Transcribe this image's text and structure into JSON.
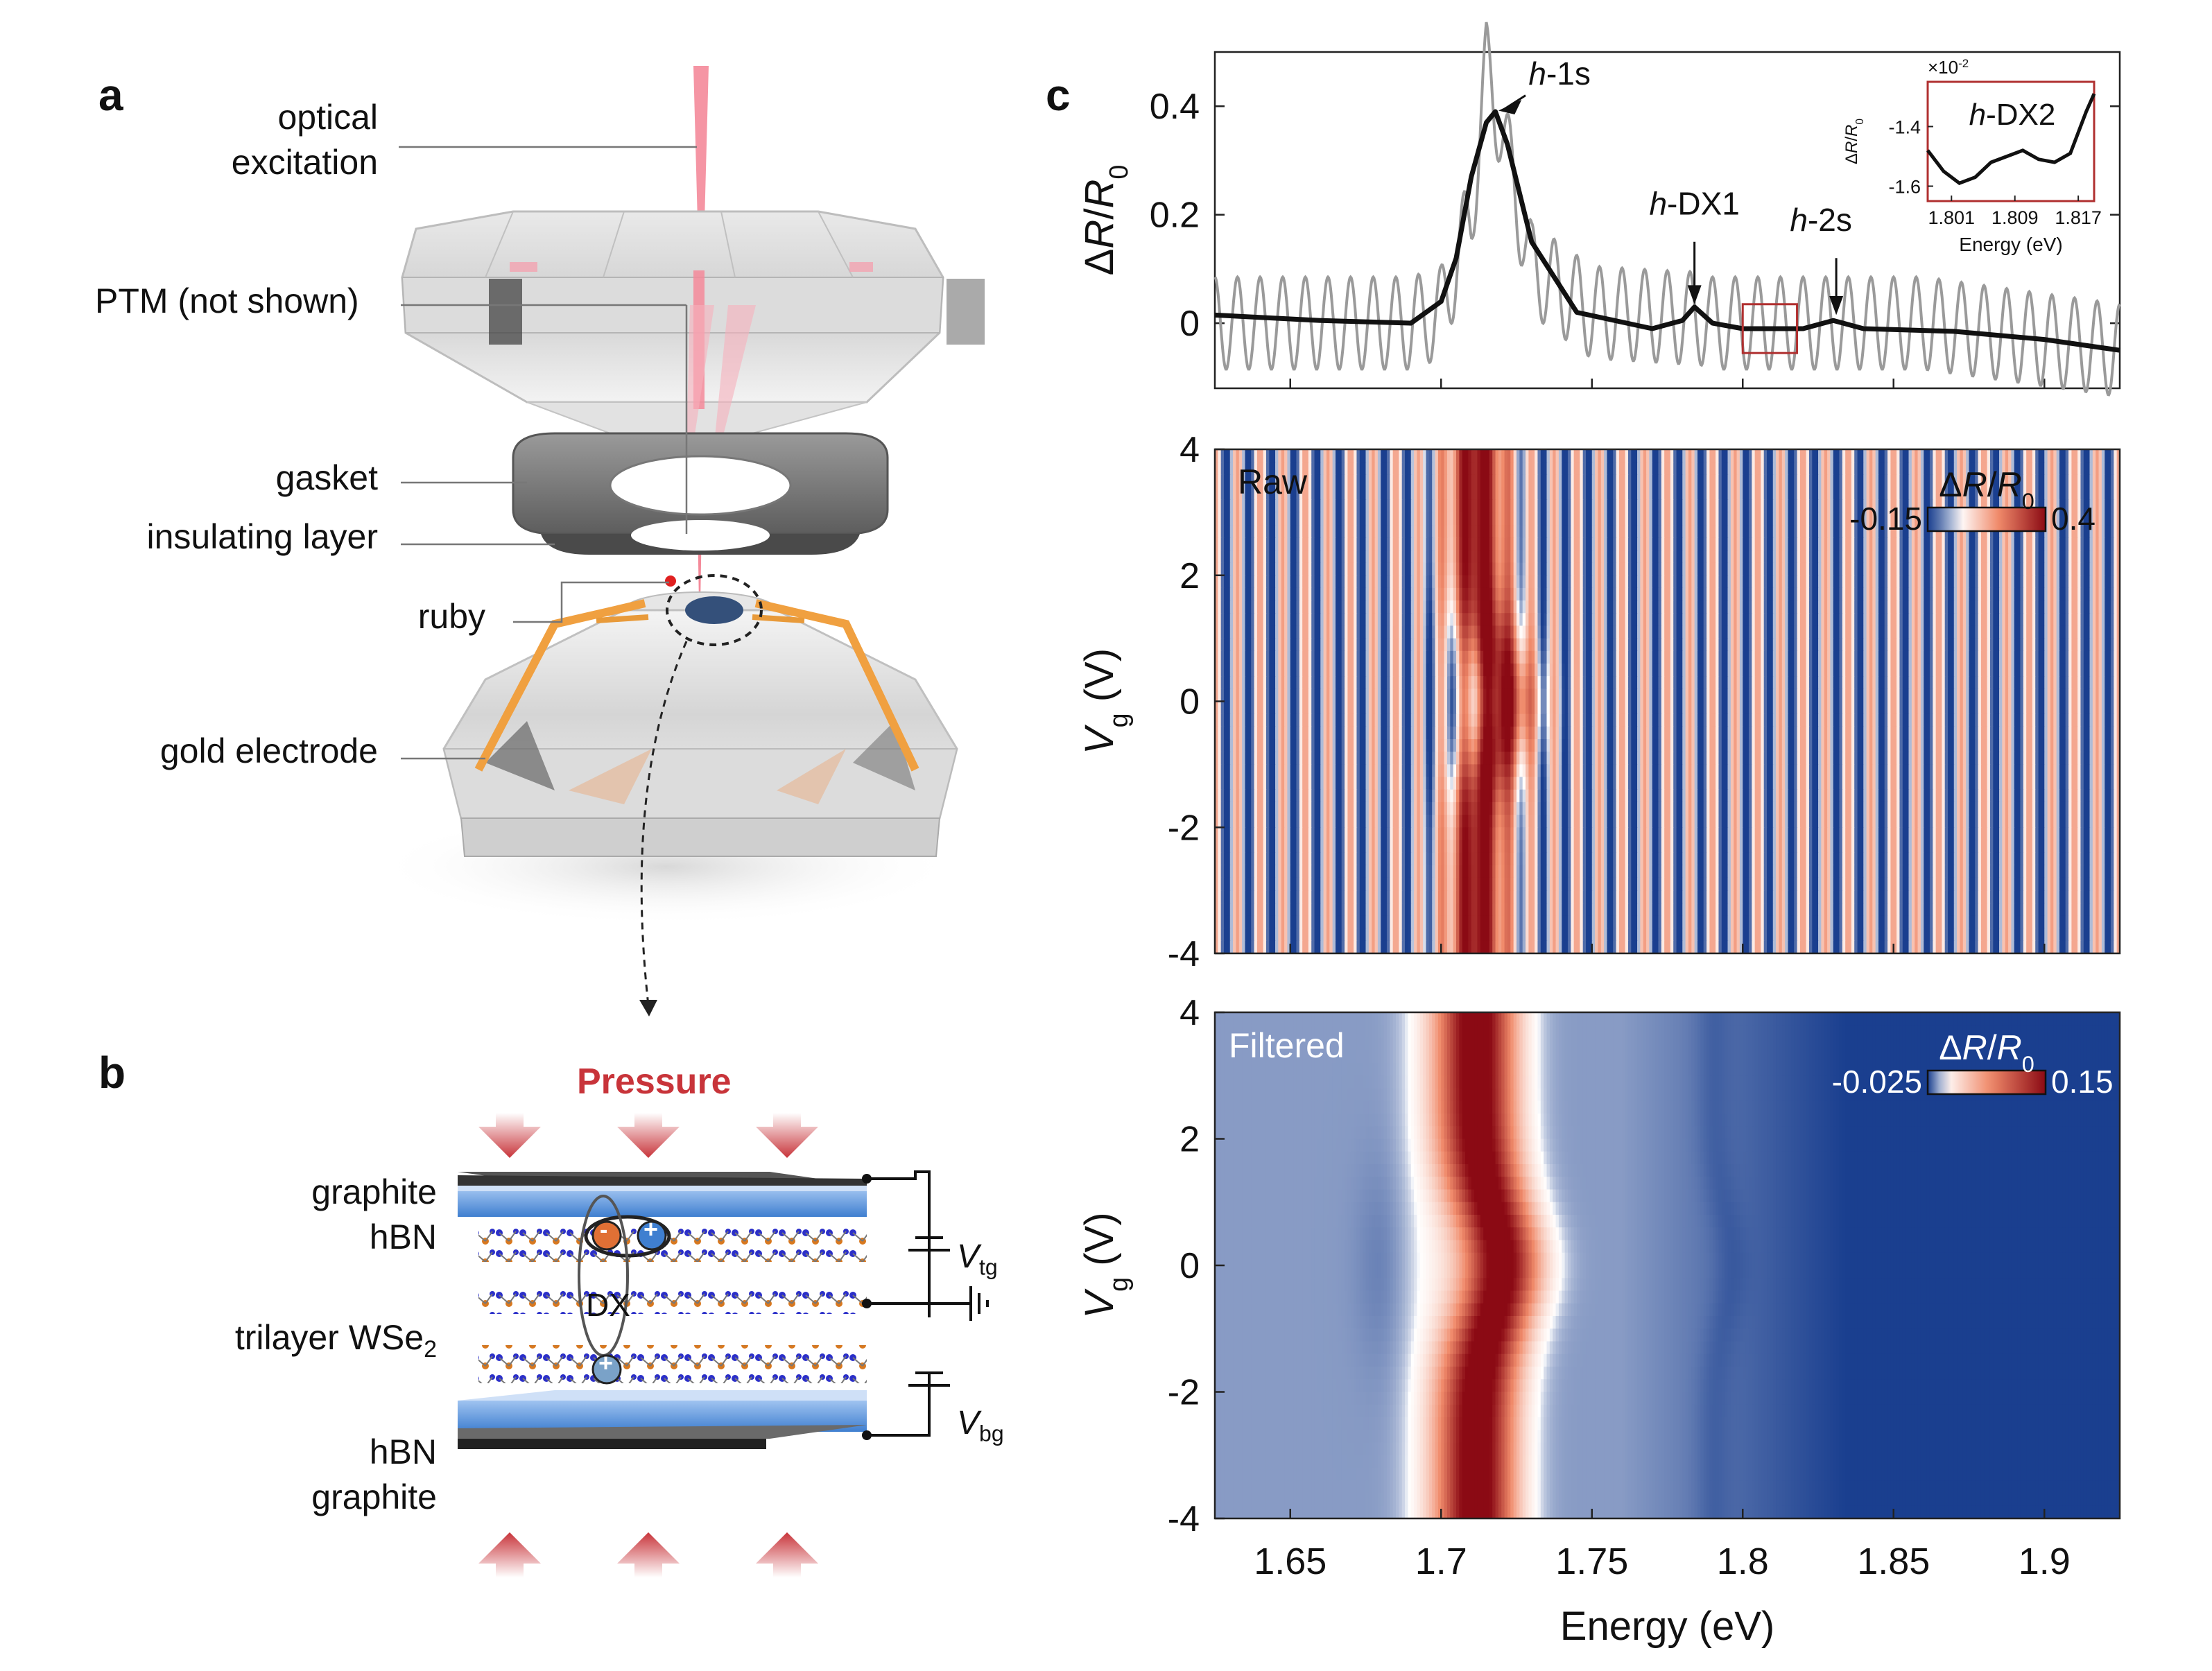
{
  "panels": {
    "a": "a",
    "b": "b",
    "c": "c"
  },
  "panel_a": {
    "optical_1": "optical",
    "optical_2": "excitation",
    "ptm": "PTM  (not shown)",
    "gasket": "gasket",
    "insulating": "insulating layer",
    "ruby": "ruby",
    "gold": "gold electrode"
  },
  "panel_b": {
    "pressure": "Pressure",
    "graphite_top": "graphite",
    "hbn_top": "hBN",
    "trilayer_prefix": "trilayer WSe",
    "trilayer_sub": "2",
    "hbn_bottom": "hBN",
    "graphite_bottom": "graphite",
    "dx": "DX",
    "minus": "-",
    "plus": "+",
    "vtg_main": "V",
    "vtg_sub": "tg",
    "vbg_main": "V",
    "vbg_sub": "bg"
  },
  "colors": {
    "pressure_red": "#c8343a",
    "hbn_blue": "#3f7fd0",
    "laser_pink": "#f48a9a",
    "gold_orange": "#f0a040",
    "inset_border": "#b03030",
    "colormap_low": "#1a3f8f",
    "colormap_mid": "#ffffff",
    "colormap_high": "#8b0a14"
  },
  "chart_data": [
    {
      "type": "line",
      "ylabel_main": "ΔR/R",
      "ylabel_sub": "0",
      "xlim": [
        1.625,
        1.925
      ],
      "ylim": [
        -0.12,
        0.5
      ],
      "yticks": [
        0,
        0.2,
        0.4
      ],
      "ytick_labels": [
        "0",
        "0.2",
        "0.4"
      ],
      "series": [
        {
          "role": "raw",
          "color": "#9a9a9a",
          "x": [
            1.625,
            1.66,
            1.69,
            1.7,
            1.71,
            1.715,
            1.72,
            1.73,
            1.75,
            1.78,
            1.785,
            1.79,
            1.8,
            1.83,
            1.86,
            1.925
          ],
          "y": [
            0.0,
            0.0,
            0.0,
            0.02,
            0.2,
            0.47,
            0.36,
            0.1,
            0.02,
            0.01,
            0.01,
            0.0,
            0.0,
            0.0,
            0.0,
            -0.05
          ]
        },
        {
          "role": "filtered",
          "color": "#111111",
          "x": [
            1.625,
            1.66,
            1.69,
            1.7,
            1.705,
            1.71,
            1.715,
            1.718,
            1.722,
            1.73,
            1.745,
            1.77,
            1.78,
            1.784,
            1.79,
            1.8,
            1.82,
            1.83,
            1.84,
            1.87,
            1.9,
            1.925
          ],
          "y": [
            0.015,
            0.005,
            0.0,
            0.04,
            0.12,
            0.27,
            0.37,
            0.39,
            0.33,
            0.15,
            0.02,
            -0.01,
            0.005,
            0.03,
            0.0,
            -0.01,
            -0.01,
            0.005,
            -0.01,
            -0.015,
            -0.03,
            -0.05
          ]
        }
      ],
      "annotations": [
        {
          "italic": "h",
          "text": "-1s",
          "x": 1.718,
          "y": 0.39
        },
        {
          "italic": "h",
          "text": "-DX1",
          "x": 1.784,
          "y": 0.025
        },
        {
          "italic": "h",
          "text": "-2s",
          "x": 1.831,
          "y": 0.005
        }
      ],
      "inset": {
        "title_italic": "h",
        "title_text": "-DX2",
        "exponent": "×10",
        "exponent_sup": "-2",
        "ylabel": "ΔR/R",
        "ylabel_sub": "0",
        "xlabel": "Energy (eV)",
        "xticks": [
          1.801,
          1.809,
          1.817
        ],
        "xtick_labels": [
          "1.801",
          "1.809",
          "1.817"
        ],
        "yticks": [
          -1.4,
          -1.6
        ],
        "ytick_labels": [
          "-1.4",
          "-1.6"
        ],
        "xlim": [
          1.798,
          1.819
        ],
        "ylim": [
          -1.65,
          -1.25
        ],
        "x": [
          1.798,
          1.8,
          1.802,
          1.804,
          1.806,
          1.808,
          1.81,
          1.812,
          1.814,
          1.816,
          1.818,
          1.819
        ],
        "y": [
          -1.48,
          -1.55,
          -1.59,
          -1.57,
          -1.52,
          -1.5,
          -1.48,
          -1.51,
          -1.52,
          -1.49,
          -1.35,
          -1.29
        ]
      }
    },
    {
      "type": "heatmap",
      "label": "Raw",
      "ylabel_main": "V",
      "ylabel_sub": "g",
      "ylabel_unit": " (V)",
      "ylim": [
        -4,
        4
      ],
      "yticks": [
        -4,
        -2,
        0,
        2,
        4
      ],
      "ytick_labels": [
        "-4",
        "-2",
        "0",
        "2",
        "4"
      ],
      "xlim": [
        1.625,
        1.925
      ],
      "colorbar_title": "ΔR/R",
      "colorbar_sub": "0",
      "clim": [
        -0.15,
        0.4
      ],
      "clim_labels": [
        "-0.15",
        "0.4"
      ],
      "fringe_period_eV": 0.0075
    },
    {
      "type": "heatmap",
      "label": "Filtered",
      "ylabel_main": "V",
      "ylabel_sub": "g",
      "ylabel_unit": " (V)",
      "ylim": [
        -4,
        4
      ],
      "yticks": [
        -4,
        -2,
        0,
        2,
        4
      ],
      "ytick_labels": [
        "-4",
        "-2",
        "0",
        "2",
        "4"
      ],
      "xlim": [
        1.625,
        1.925
      ],
      "xticks": [
        1.65,
        1.7,
        1.75,
        1.8,
        1.85,
        1.9
      ],
      "xtick_labels": [
        "1.65",
        "1.7",
        "1.75",
        "1.8",
        "1.85",
        "1.9"
      ],
      "xlabel": "Energy (eV)",
      "colorbar_title": "ΔR/R",
      "colorbar_sub": "0",
      "clim": [
        -0.025,
        0.15
      ],
      "clim_labels": [
        "-0.025",
        "0.15"
      ]
    }
  ]
}
